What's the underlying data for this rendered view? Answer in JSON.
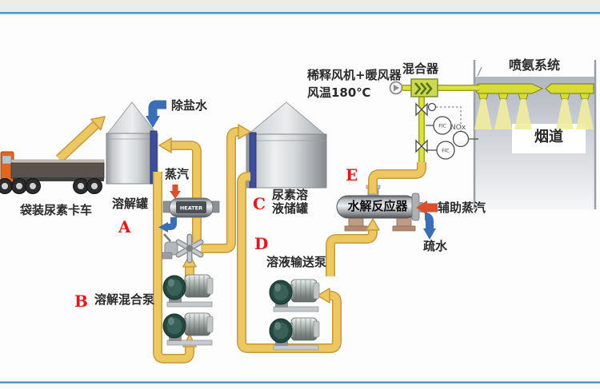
{
  "diagram": {
    "labels": {
      "bagged_urea_truck": "袋装尿素卡车",
      "dissolving_tank": "溶解罐",
      "demineralized_water": "除盐水",
      "steam": "蒸汽",
      "dissolving_mixing_pump": "溶解混合泵",
      "urea_solution_storage_tank": "尿素溶\n液储罐",
      "solution_transfer_pump": "溶液输送泵",
      "hydrolysis_reactor": "水解反应器",
      "auxiliary_steam": "辅助蒸汽",
      "drain_water": "疏水",
      "dilution_fan_heater": "稀释风机+暖风器",
      "air_temperature": "风温180℃",
      "mixer": "混合器",
      "ammonia_injection_system": "喷氨系统",
      "flue_duct": "烟道"
    },
    "markers": {
      "a": "A",
      "b": "B",
      "c": "C",
      "d": "D",
      "e": "E"
    },
    "equipment_text": {
      "heater": "HEATER"
    },
    "instruments": {
      "flow_controller_1": "FIC",
      "flow_controller_2": "FIC",
      "nox_label": "NOx"
    },
    "colors": {
      "pipe_yellow": "#EDC862",
      "pipe_yellow_edge": "#C49A3F",
      "pipe_lime": "#DCE23F",
      "arrow_blue": "#3A6FB5",
      "arrow_red": "#D9512C",
      "marker_red": "#E0191B",
      "frame_blue": "#4D96CC",
      "duct_gray": "#B2B6BE"
    }
  }
}
